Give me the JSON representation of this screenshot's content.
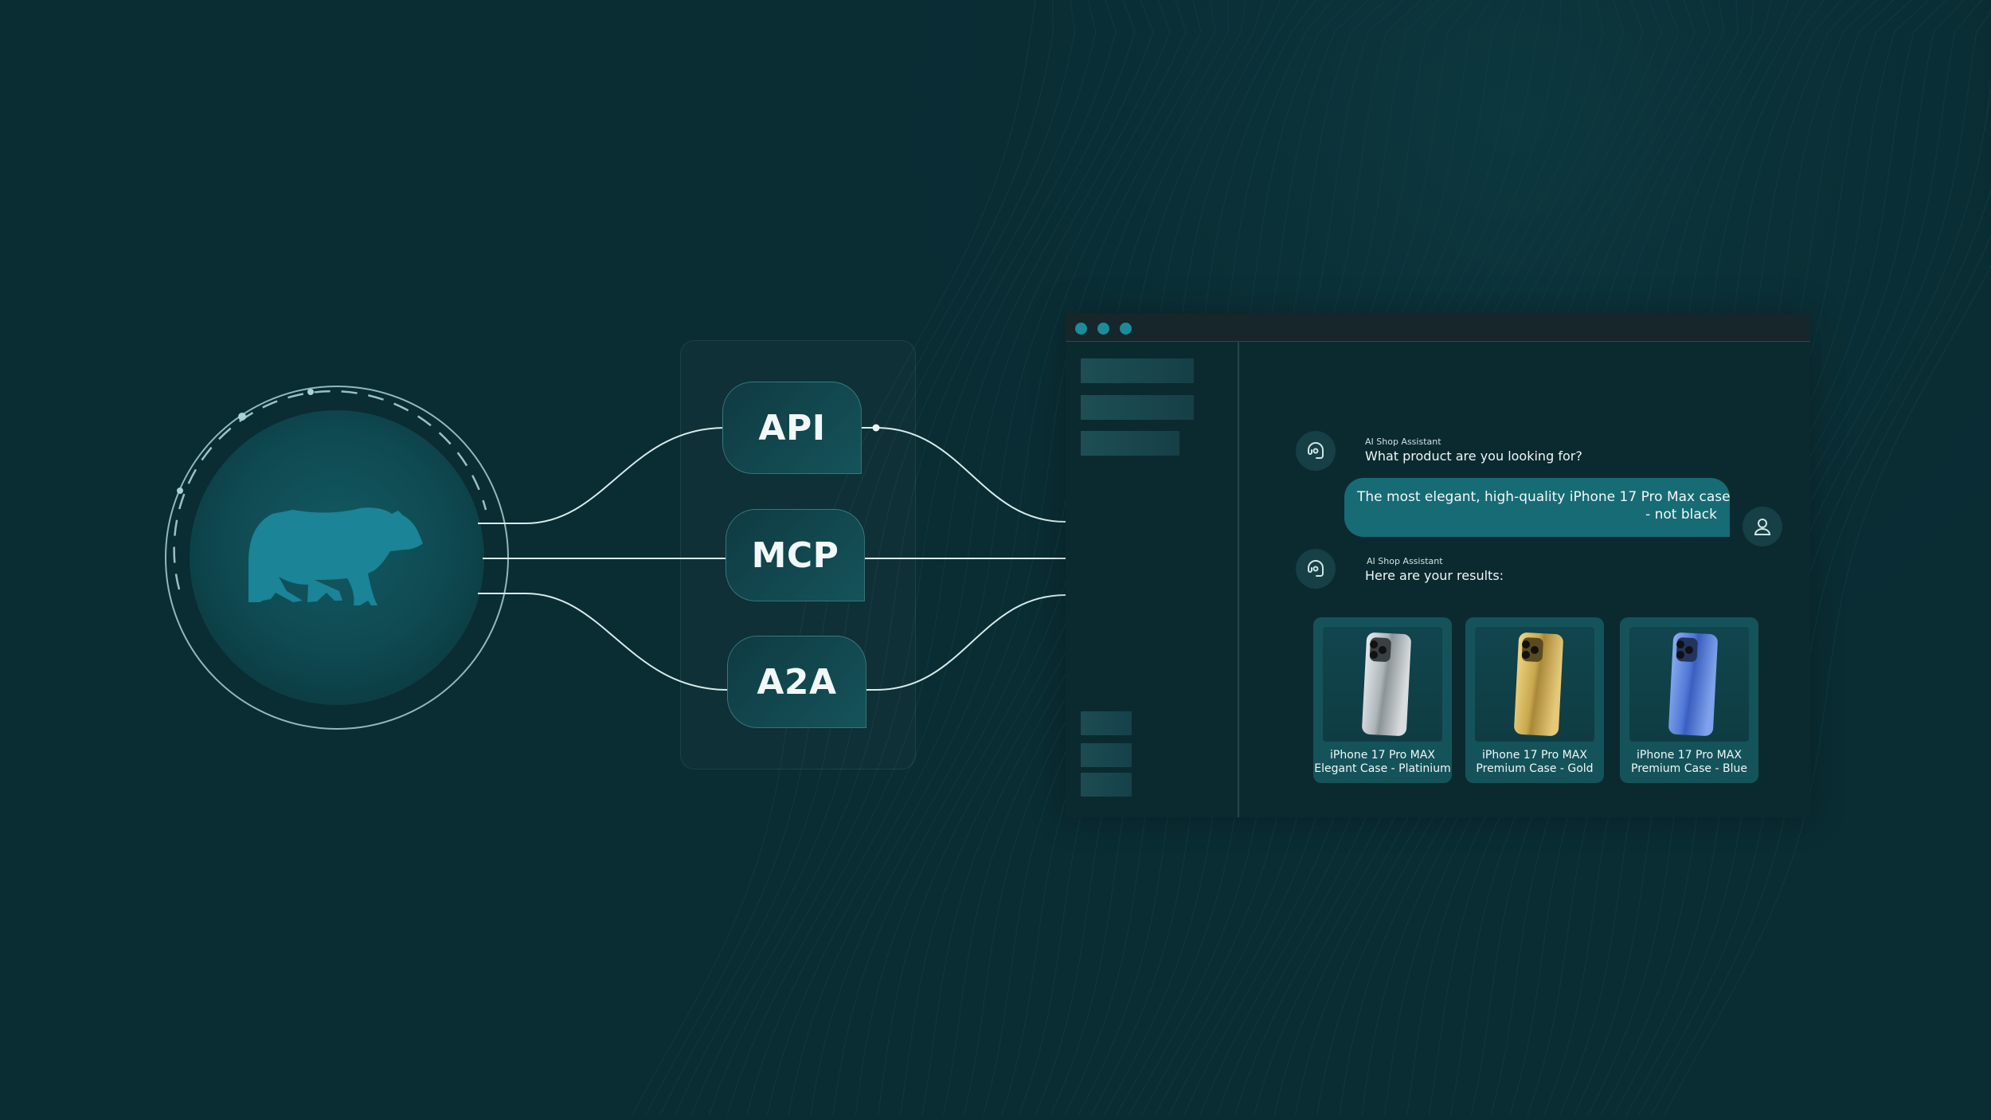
{
  "protocols": [
    "API",
    "MCP",
    "A2A"
  ],
  "chat": {
    "assistant_name": "AI Shop Assistant",
    "greeting": "What product are you looking for?",
    "user_message_line1": "The most elegant, high-quality iPhone 17 Pro Max case",
    "user_message_line2": "- not black",
    "results_intro": "Here are your results:"
  },
  "products": [
    {
      "name_line1": "iPhone 17 Pro MAX",
      "name_line2": "Elegant Case - Platinium",
      "color": "#c9ced1",
      "icon": "phone-case-platinum-icon"
    },
    {
      "name_line1": "iPhone 17 Pro MAX",
      "name_line2": "Premium Case - Gold",
      "color": "#c9a94d",
      "icon": "phone-case-gold-icon"
    },
    {
      "name_line1": "iPhone 17 Pro MAX",
      "name_line2": "Premium Case - Blue",
      "color": "#4f77d6",
      "icon": "phone-case-blue-icon"
    }
  ],
  "colors": {
    "background": "#0a2c33",
    "accent": "#1b8d9a",
    "bear": "#1b8496",
    "user_bubble": "#176b74",
    "card": "#15535a"
  },
  "icons": {
    "brand": "bear-icon",
    "assistant": "headset-icon",
    "user": "user-icon"
  }
}
